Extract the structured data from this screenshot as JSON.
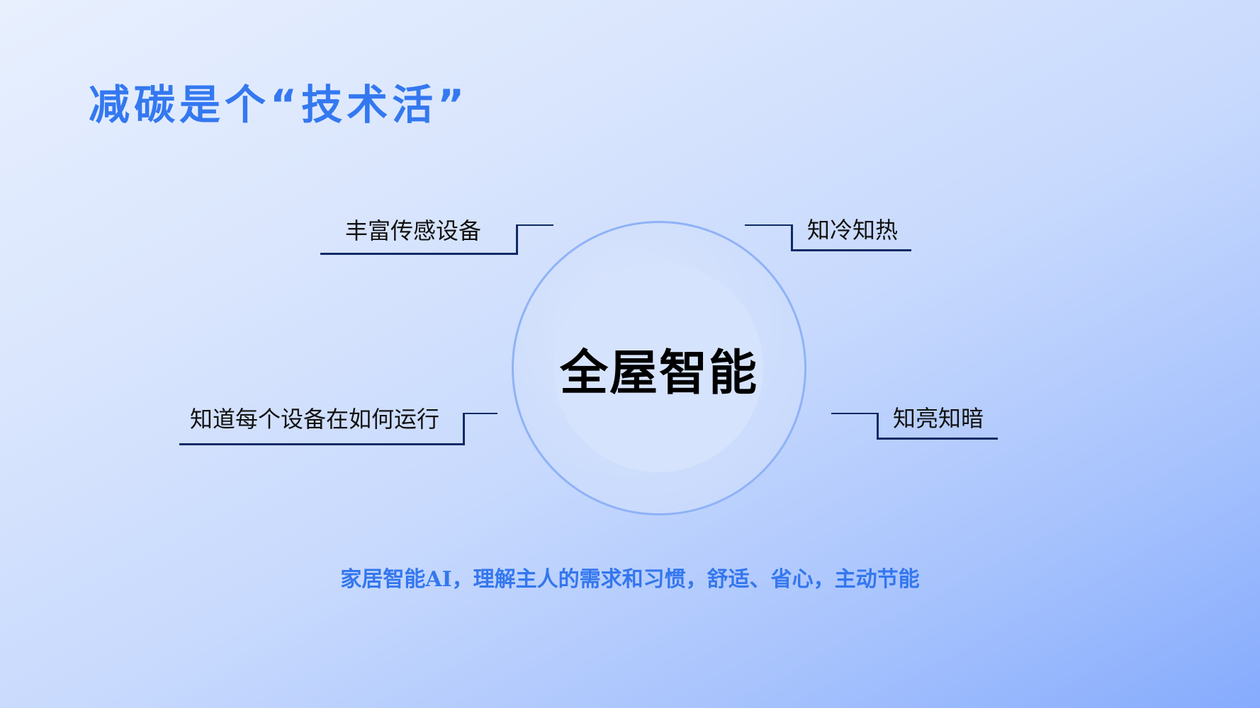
{
  "slide": {
    "title": "减碳是个“技术活”",
    "center": {
      "label": "全屋智能"
    },
    "features": [
      {
        "label": "丰富传感设备",
        "position": "top-left"
      },
      {
        "label": "知冷知热",
        "position": "top-right"
      },
      {
        "label": "知道每个设备在如何运行",
        "position": "bottom-left"
      },
      {
        "label": "知亮知暗",
        "position": "bottom-right"
      }
    ],
    "tagline": "家居智能AI，理解主人的需求和习惯，舒适、省心，主动节能"
  },
  "colors": {
    "accent": "#3478f0",
    "connector": "#0f2a66",
    "circle_border": "#8fb2f7",
    "background_start": "#e8f0fe",
    "background_end": "#86abfd"
  }
}
